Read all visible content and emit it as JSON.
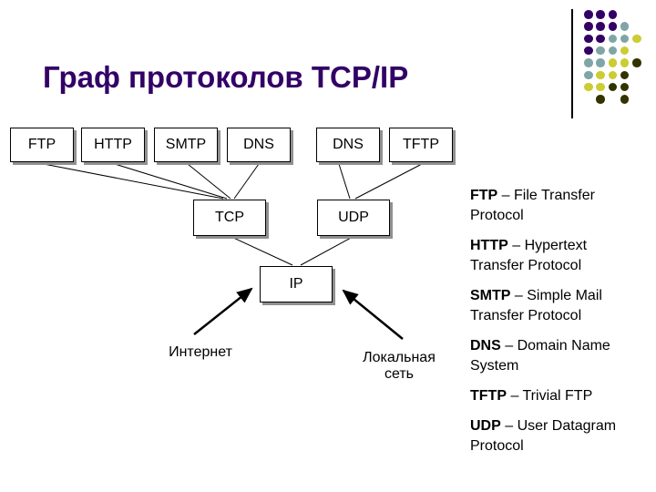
{
  "slide": {
    "title": "Граф протоколов TCP/IP",
    "title_color": "#330066",
    "background_color": "#ffffff"
  },
  "nodes": {
    "ftp": "FTP",
    "http": "HTTP",
    "smtp": "SMTP",
    "dns1": "DNS",
    "dns2": "DNS",
    "tftp": "TFTP",
    "tcp": "TCP",
    "udp": "UDP",
    "ip": "IP"
  },
  "labels": {
    "internet": "Интернет",
    "local_network": "Локальная сеть"
  },
  "legend": [
    {
      "term": "FTP",
      "rest": " – File Transfer Protocol"
    },
    {
      "term": "HTTP",
      "rest": " – Hypertext Transfer Protocol"
    },
    {
      "term": "SMTP",
      "rest": " – Simple Mail Transfer Protocol"
    },
    {
      "term": "DNS",
      "rest": " – Domain Name System"
    },
    {
      "term": "TFTP",
      "rest": " – Trivial FTP"
    },
    {
      "term": "UDP",
      "rest": " – User Datagram Protocol"
    }
  ],
  "decoration": {
    "line_color": "#000000",
    "box_shadow_color": "#909090",
    "dot_colors": {
      "P": "#330066",
      "T": "#7FA5A8",
      "Y": "#CCCC33",
      "D": "#333300"
    },
    "dot_matrix": [
      "PPP..",
      "PPPT.",
      "PPTTY",
      "PTTY.",
      "TTYYD",
      "TYYD.",
      "YYDD.",
      ".D.D."
    ]
  }
}
